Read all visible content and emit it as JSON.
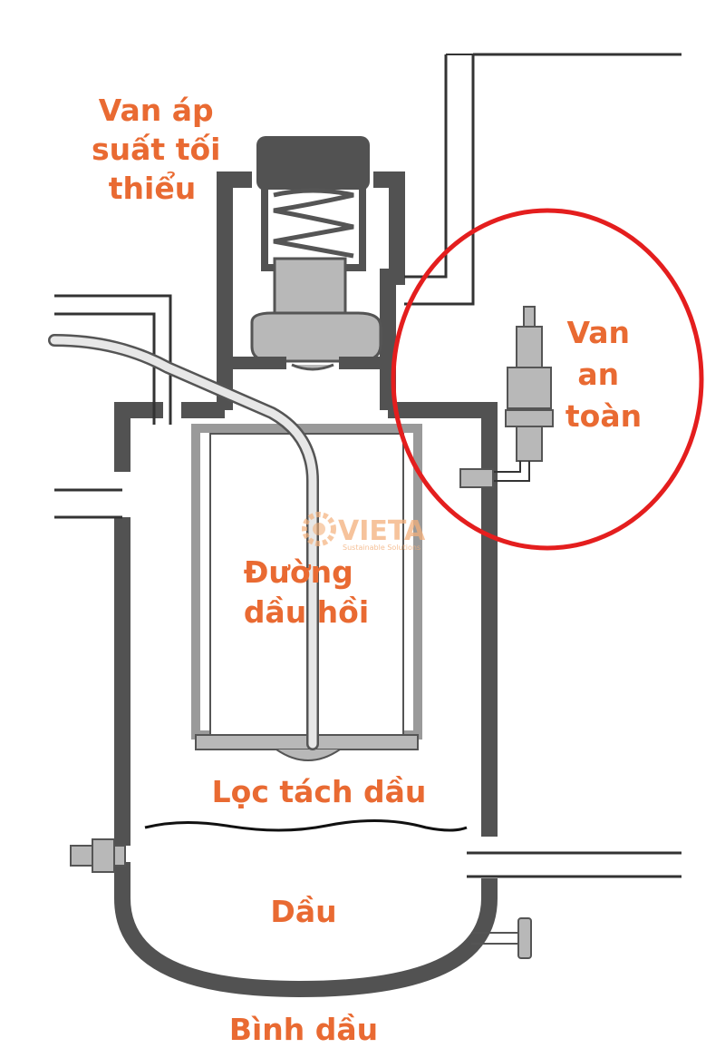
{
  "labels": {
    "min_pressure_valve": [
      "Van áp",
      "suất tối",
      "thiểu"
    ],
    "safety_valve": [
      "Van",
      "an",
      "toàn"
    ],
    "oil_return_line": [
      "Đường",
      "dầu hồi"
    ],
    "oil_separator_filter": "Lọc tách dầu",
    "oil": "Dầu",
    "oil_tank": "Bình dầu"
  },
  "watermark": {
    "brand": "VIETA",
    "tagline": "Sustainable Solutions"
  },
  "colors": {
    "label": "#e96a32",
    "wall": "#525252",
    "parts": "#b8b8b8",
    "highlight_circle": "#e41e1e"
  }
}
